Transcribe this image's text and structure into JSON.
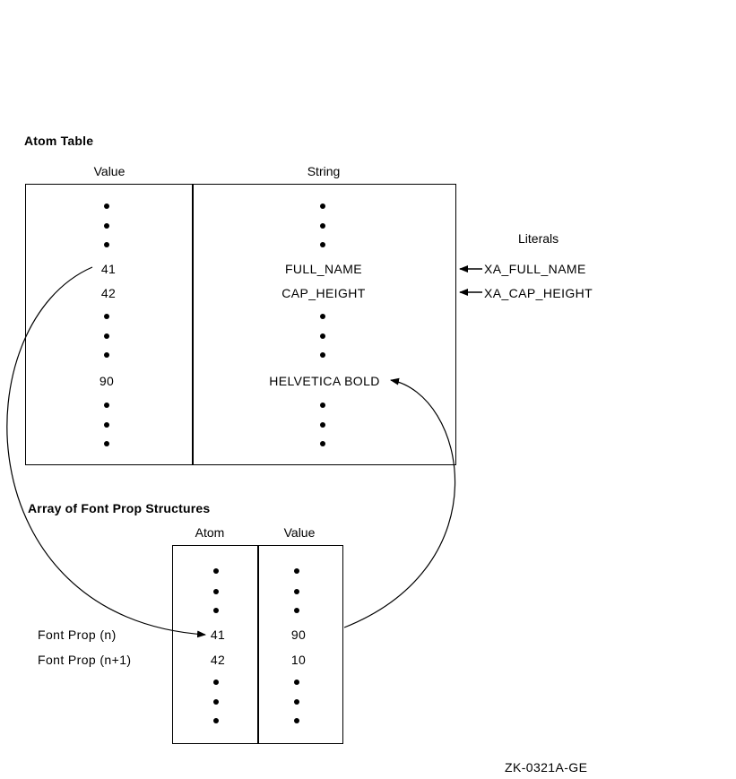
{
  "atom_table": {
    "title": "Atom Table",
    "value_header": "Value",
    "string_header": "String",
    "rows": [
      {
        "value": "41",
        "string": "FULL_NAME"
      },
      {
        "value": "42",
        "string": "CAP_HEIGHT"
      },
      {
        "value": "90",
        "string": "HELVETICA BOLD"
      }
    ]
  },
  "literals": {
    "title": "Literals",
    "items": [
      "XA_FULL_NAME",
      "XA_CAP_HEIGHT"
    ]
  },
  "font_prop_array": {
    "title": "Array of Font Prop Structures",
    "atom_header": "Atom",
    "value_header": "Value",
    "rows": [
      {
        "label": "Font Prop (n)",
        "atom": "41",
        "value": "90"
      },
      {
        "label": "Font Prop (n+1)",
        "atom": "42",
        "value": "10"
      }
    ]
  },
  "figure_code": "ZK-0321A-GE"
}
